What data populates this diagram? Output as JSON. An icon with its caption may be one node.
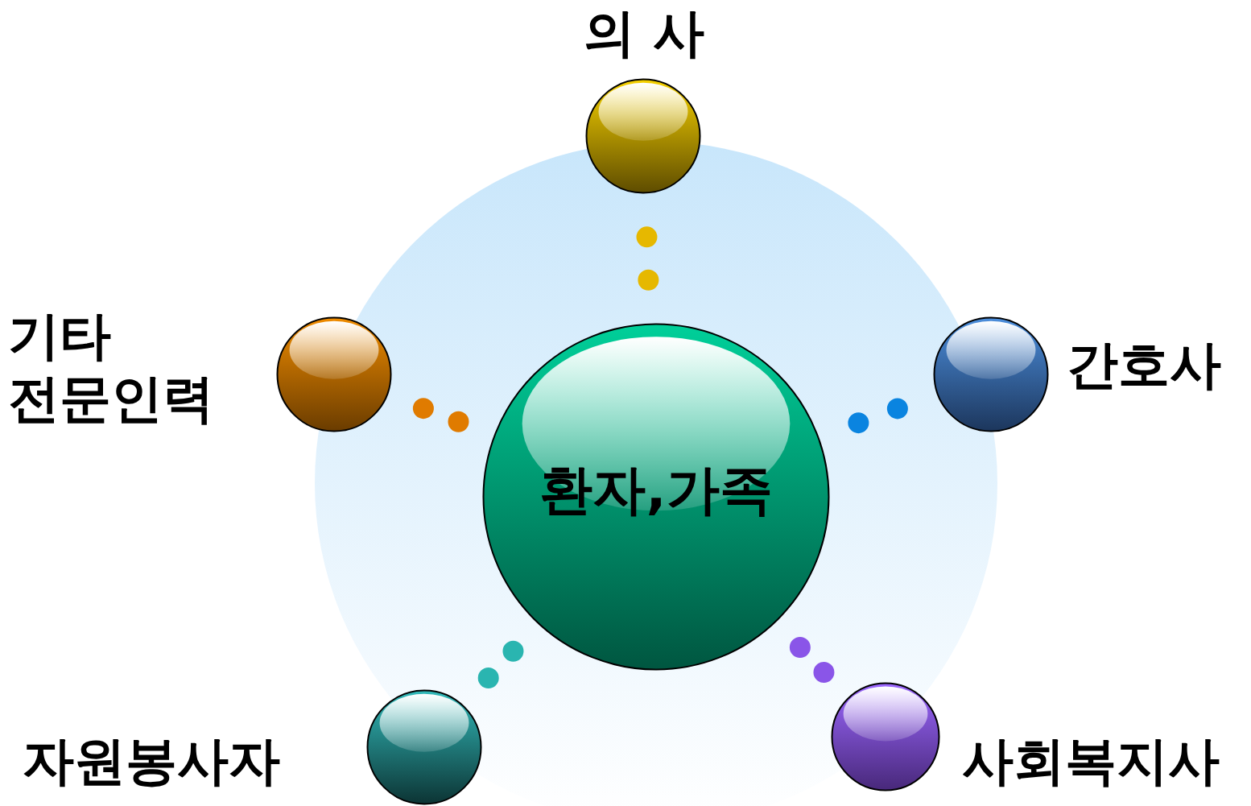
{
  "diagram": {
    "nodes": [
      {
        "text": [
          "환자,가족"
        ]
      },
      {
        "text": [],
        "shape": "circle",
        "beside": [
          "의 사"
        ]
      },
      {
        "text": [],
        "shape": "circle",
        "beside": [
          "기타 전문인력"
        ]
      },
      {
        "text": [],
        "shape": "circle",
        "beside": [
          "간호사"
        ]
      },
      {
        "text": [],
        "shape": "circle",
        "beside": [
          "자원봉사자"
        ]
      },
      {
        "text": [],
        "shape": "circle",
        "beside": [
          "사회복지사"
        ]
      }
    ],
    "edges": [
      {
        "from": 1,
        "to": 0,
        "arrow": "none",
        "color": "#e6b800"
      },
      {
        "from": 2,
        "to": 0,
        "arrow": "none",
        "color": "#e07b00"
      },
      {
        "from": 3,
        "to": 0,
        "arrow": "none",
        "color": "#0a84e0"
      },
      {
        "from": 4,
        "to": 0,
        "arrow": "none",
        "color": "#2ab5b0"
      },
      {
        "from": 5,
        "to": 0,
        "arrow": "none",
        "color": "#8a55e8"
      }
    ]
  }
}
